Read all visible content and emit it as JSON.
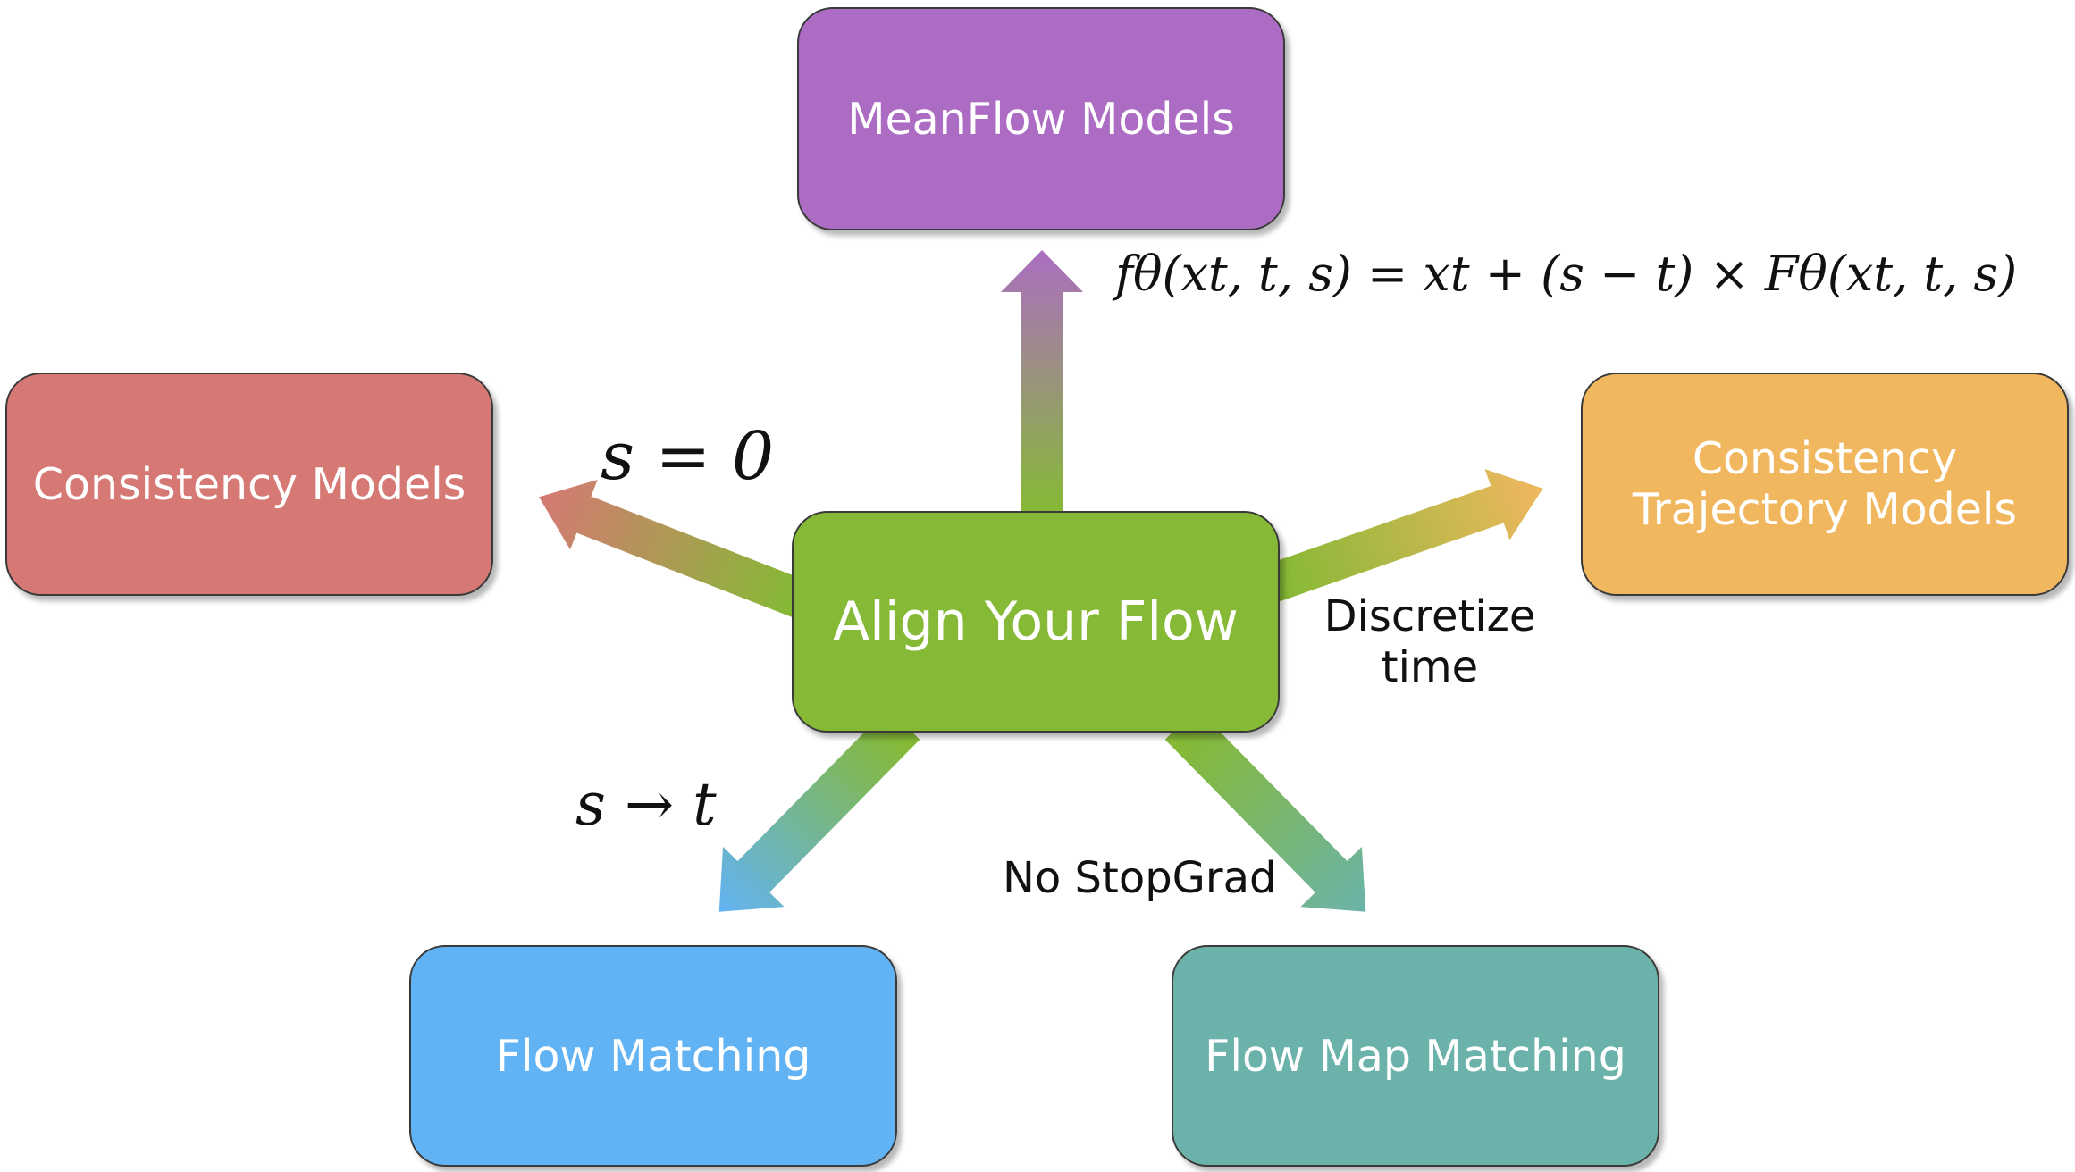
{
  "nodes": {
    "meanflow": {
      "label": "MeanFlow Models",
      "color": "#ad6cc4"
    },
    "consistency": {
      "label": "Consistency Models",
      "color": "#d67874"
    },
    "ctm": {
      "label": "Consistency\nTrajectory Models",
      "color": "#f1b75f"
    },
    "center": {
      "label": "Align Your Flow",
      "color": "#86b936"
    },
    "flow_matching": {
      "label": "Flow Matching",
      "color": "#62b3f3"
    },
    "flow_map_matching": {
      "label": "Flow Map Matching",
      "color": "#6bb3aa"
    }
  },
  "edges": {
    "to_meanflow": {
      "label": "fθ(xt, t, s) = xt + (s − t) × Fθ(xt, t, s)"
    },
    "to_consistency": {
      "label": "s = 0"
    },
    "to_ctm": {
      "label": "Discretize\ntime"
    },
    "to_flow_matching": {
      "label": "s → t"
    },
    "to_flow_map_matching": {
      "label": "No StopGrad"
    }
  }
}
